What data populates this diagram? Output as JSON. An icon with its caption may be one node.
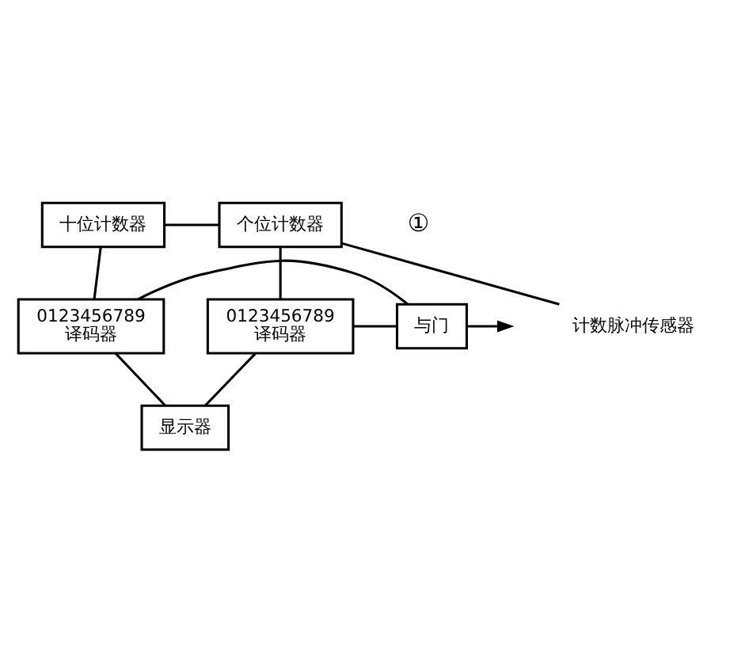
{
  "diagram": {
    "nodes": [
      {
        "text": [
          "显示器"
        ]
      },
      {
        "text": [
          "0123456789",
          "译码器"
        ]
      },
      {
        "text": [
          "0123456789",
          "译码器"
        ]
      },
      {
        "text": [
          "与门"
        ]
      },
      {
        "text": [
          "十位计数器"
        ]
      },
      {
        "text": [
          "个位计数器"
        ]
      },
      {
        "text": [
          "计数脉冲传感器"
        ]
      }
    ],
    "edges": [
      {
        "from": 1,
        "to": 0,
        "arrow": "none"
      },
      {
        "from": 2,
        "to": 0,
        "arrow": "none"
      },
      {
        "from": 1,
        "to": 3,
        "arrow": "none"
      },
      {
        "from": 2,
        "to": 3,
        "arrow": "none"
      },
      {
        "from": 3,
        "to": null,
        "arrow": "to"
      },
      {
        "from": 4,
        "to": 1,
        "arrow": "none"
      },
      {
        "from": 5,
        "to": 2,
        "arrow": "none"
      },
      {
        "from": 4,
        "to": 5,
        "arrow": "none"
      },
      {
        "from": 5,
        "to": 6,
        "arrow": "none"
      }
    ],
    "labels": [
      "①"
    ]
  }
}
